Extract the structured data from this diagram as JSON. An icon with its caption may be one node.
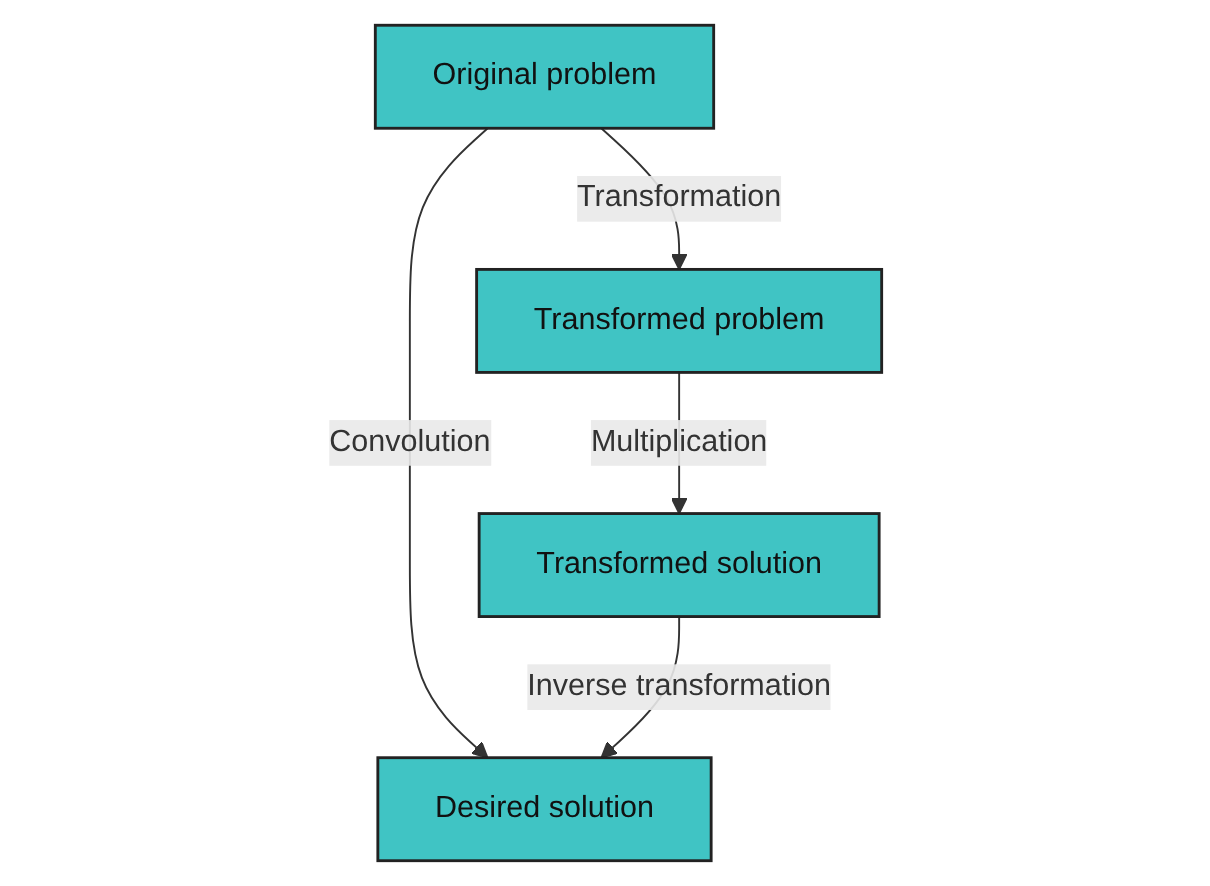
{
  "diagram": {
    "nodes": [
      {
        "text": [
          "Original problem"
        ]
      },
      {
        "text": [
          "Transformed problem"
        ]
      },
      {
        "text": [
          "Desired solution"
        ]
      },
      {
        "text": [
          "Transformed solution"
        ]
      }
    ],
    "edges": [
      {
        "from": 0,
        "to": 1,
        "arrow": "to",
        "label": "Transformation"
      },
      {
        "from": 0,
        "to": 2,
        "arrow": "to",
        "label": "Convolution"
      },
      {
        "from": 1,
        "to": 3,
        "arrow": "to",
        "label": "Multiplication"
      },
      {
        "from": 3,
        "to": 2,
        "arrow": "to",
        "label": "Inverse transformation"
      }
    ]
  }
}
